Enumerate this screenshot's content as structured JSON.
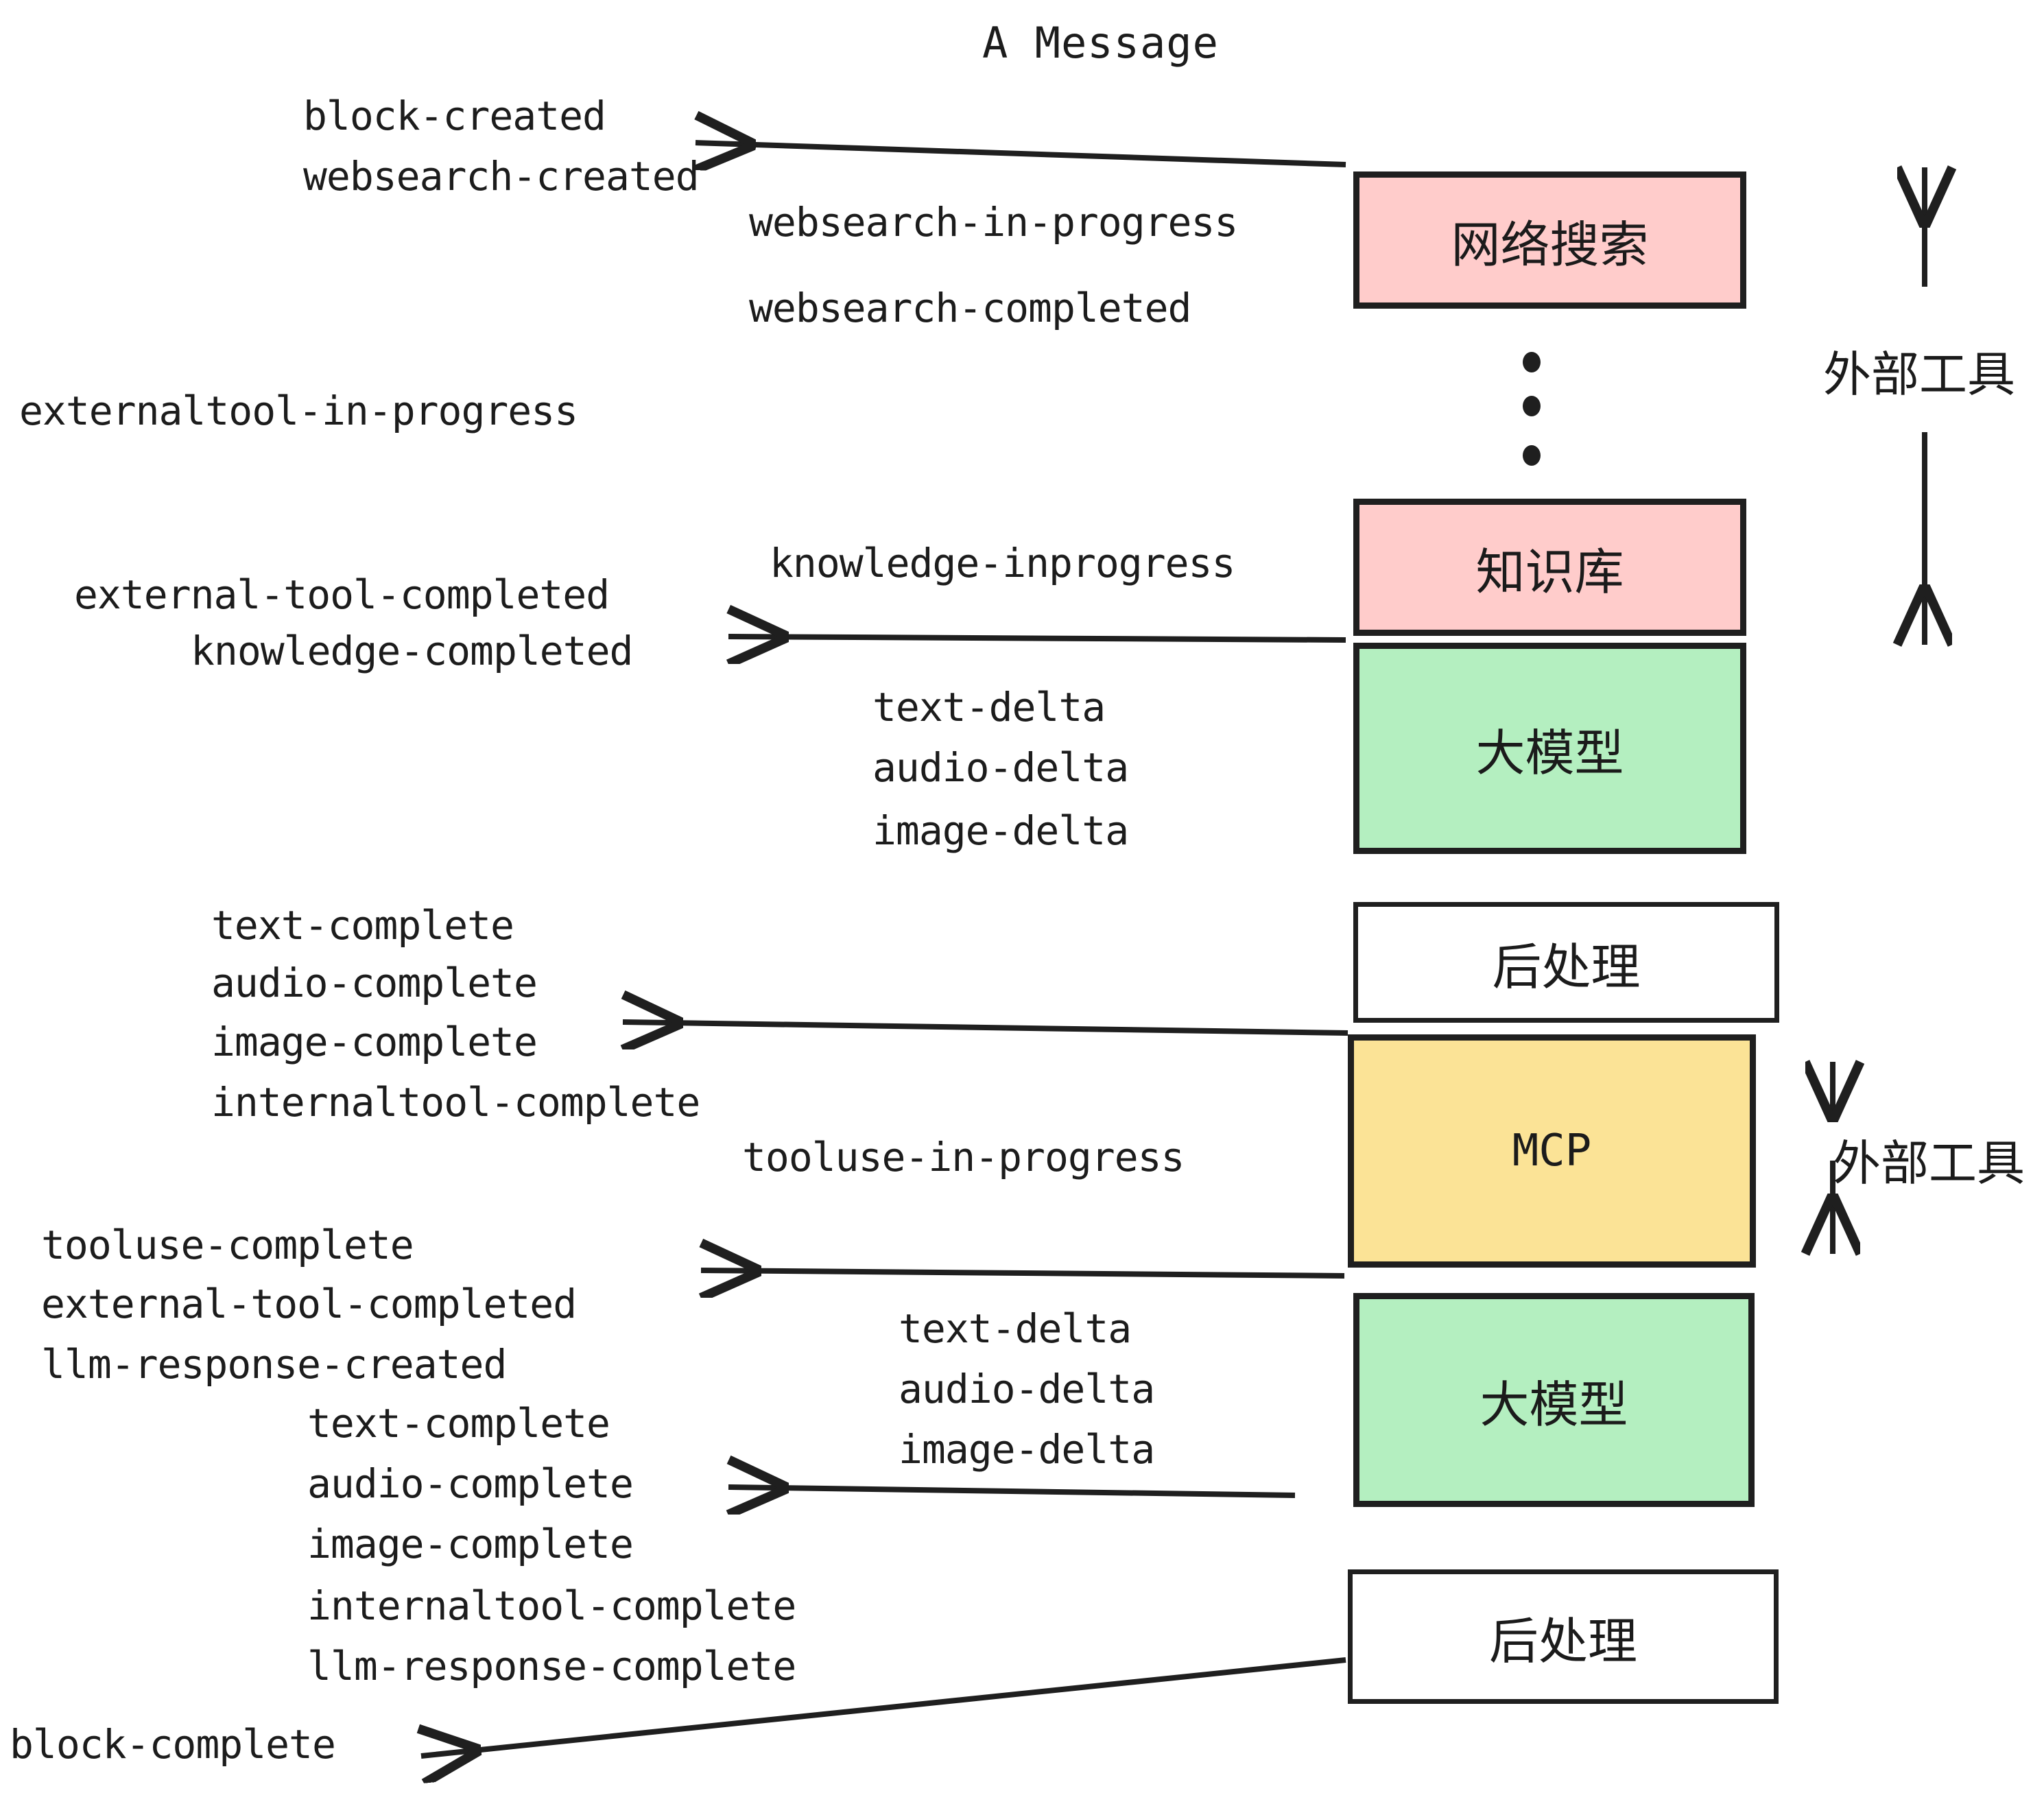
{
  "title": "A Message",
  "events": {
    "block_created": "block-created",
    "websearch_created": "websearch-created",
    "websearch_in_progress": "websearch-in-progress",
    "websearch_completed": "websearch-completed",
    "externaltool_in_progress": "externaltool-in-progress",
    "knowledge_inprogress": "knowledge-inprogress",
    "external_tool_completed_1": "external-tool-completed",
    "knowledge_completed": "knowledge-completed",
    "text_delta_1": "text-delta",
    "audio_delta_1": "audio-delta",
    "image_delta_1": "image-delta",
    "text_complete_1": "text-complete",
    "audio_complete_1": "audio-complete",
    "image_complete_1": "image-complete",
    "internaltool_complete_1": "internaltool-complete",
    "tooluse_in_progress": "tooluse-in-progress",
    "tooluse_complete": "tooluse-complete",
    "external_tool_completed_2": "external-tool-completed",
    "llm_response_created": "llm-response-created",
    "text_delta_2": "text-delta",
    "audio_delta_2": "audio-delta",
    "image_delta_2": "image-delta",
    "text_complete_2": "text-complete",
    "audio_complete_2": "audio-complete",
    "image_complete_2": "image-complete",
    "internaltool_complete_2": "internaltool-complete",
    "llm_response_complete": "llm-response-complete",
    "block_complete": "block-complete"
  },
  "nodes": {
    "websearch": "网络搜索",
    "knowledge": "知识库",
    "llm_1": "大模型",
    "postprocess_1": "后处理",
    "mcp": "MCP",
    "llm_2": "大模型",
    "postprocess_2": "后处理"
  },
  "annotations": {
    "external_tool_upper": "外部工具",
    "external_tool_lower": "外部工具",
    "ellipsis": "⋮"
  },
  "colors": {
    "pink": "#FFCCCB",
    "green": "#B4EFC0",
    "yellow": "#FBE396",
    "white": "#FFFFFF",
    "stroke": "#1F1F1F",
    "text": "#1C1C1C"
  }
}
